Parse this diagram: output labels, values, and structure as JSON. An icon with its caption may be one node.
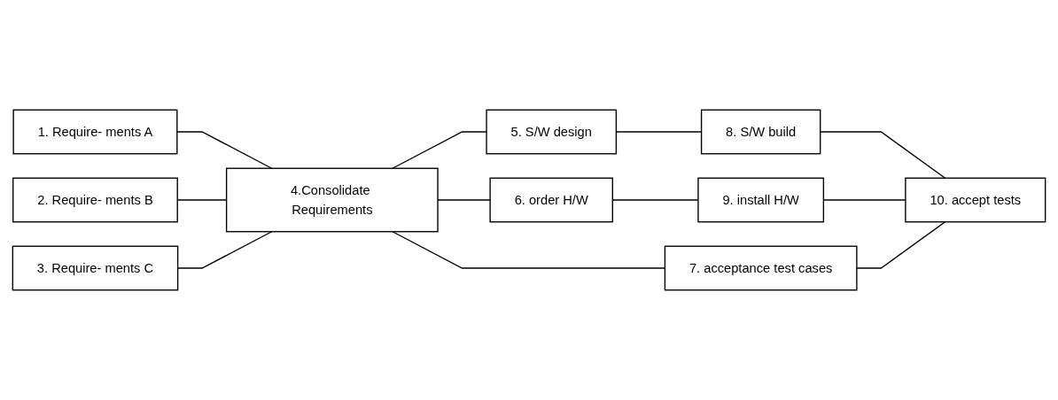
{
  "diagram": {
    "nodes": [
      {
        "text": [
          "1. Require- ments A"
        ]
      },
      {
        "text": [
          "2. Require- ments B"
        ]
      },
      {
        "text": [
          "3. Require- ments C"
        ]
      },
      {
        "text": [
          "4.Consolidate Requirements"
        ]
      },
      {
        "text": [
          "5. S/W design"
        ]
      },
      {
        "text": [
          "6. order H/W"
        ]
      },
      {
        "text": [
          "7. acceptance test cases"
        ]
      },
      {
        "text": [
          "8. S/W build"
        ]
      },
      {
        "text": [
          "9. install H/W"
        ]
      },
      {
        "text": [
          "10. accept tests"
        ]
      }
    ],
    "edges": [
      {
        "from": 0,
        "to": 3,
        "arrow": "none"
      },
      {
        "from": 1,
        "to": 3,
        "arrow": "none"
      },
      {
        "from": 2,
        "to": 3,
        "arrow": "none"
      },
      {
        "from": 3,
        "to": 4,
        "arrow": "none"
      },
      {
        "from": 3,
        "to": 5,
        "arrow": "none"
      },
      {
        "from": 3,
        "to": 6,
        "arrow": "none"
      },
      {
        "from": 4,
        "to": 7,
        "arrow": "none"
      },
      {
        "from": 5,
        "to": 8,
        "arrow": "none"
      },
      {
        "from": 7,
        "to": 9,
        "arrow": "none"
      },
      {
        "from": 8,
        "to": 9,
        "arrow": "none"
      },
      {
        "from": 6,
        "to": 9,
        "arrow": "none"
      }
    ]
  }
}
